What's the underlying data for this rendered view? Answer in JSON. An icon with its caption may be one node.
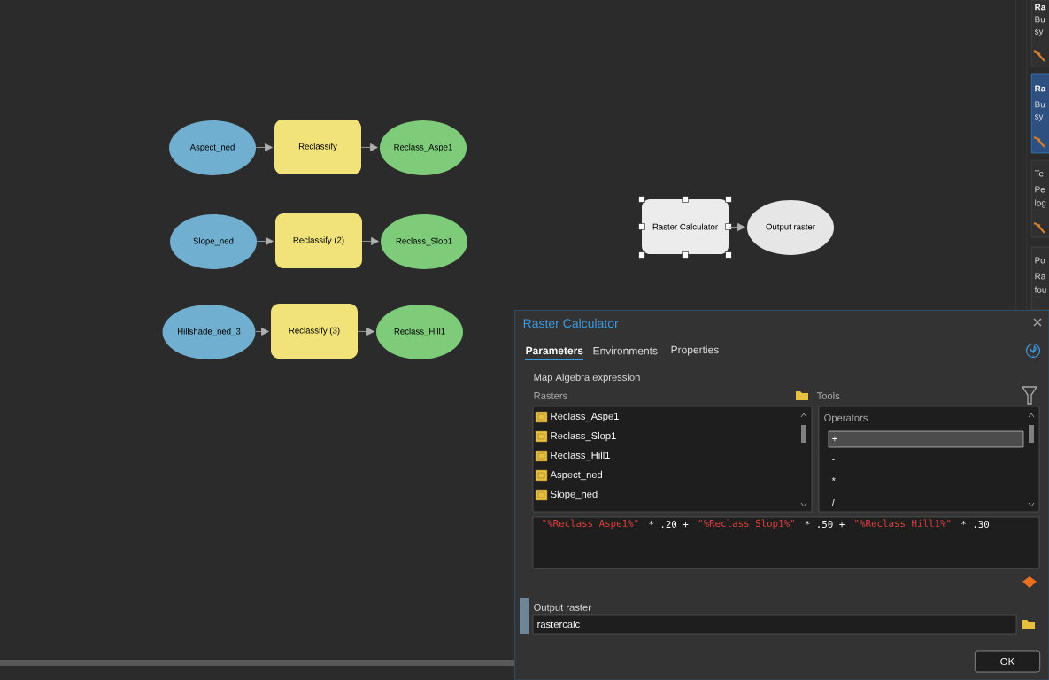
{
  "diagram": {
    "nodes": [
      {
        "text": [
          "Aspect_ned"
        ]
      },
      {
        "text": [
          "Reclassify"
        ]
      },
      {
        "text": [
          "Reclass_Aspe1"
        ]
      },
      {
        "text": [
          "Slope_ned"
        ]
      },
      {
        "text": [
          "Reclassify (2)"
        ]
      },
      {
        "text": [
          "Reclass_Slop1"
        ]
      },
      {
        "text": [
          "Hillshade_ned_3"
        ]
      },
      {
        "text": [
          "Reclassify (3)"
        ]
      },
      {
        "text": [
          "Reclass_Hill1"
        ]
      },
      {
        "text": [
          "Raster Calculator"
        ]
      },
      {
        "text": [
          "Output raster"
        ]
      }
    ],
    "edges": [
      {
        "from": 0,
        "to": 1,
        "arrow": "to"
      },
      {
        "from": 1,
        "to": 2,
        "arrow": "to"
      },
      {
        "from": 3,
        "to": 4,
        "arrow": "to"
      },
      {
        "from": 4,
        "to": 5,
        "arrow": "to"
      },
      {
        "from": 6,
        "to": 7,
        "arrow": "to"
      },
      {
        "from": 7,
        "to": 8,
        "arrow": "to"
      },
      {
        "from": 9,
        "to": 10,
        "arrow": "to"
      }
    ],
    "labels": [
      "Ra",
      "Bu",
      "sy",
      "Ra",
      "Bu",
      "sy",
      "Te",
      "Pe",
      "log",
      "Po",
      "Ra",
      "fou",
      "Raster Calculator",
      "Parameters",
      "Environments",
      "Properties",
      "Map Algebra expression",
      "Rasters",
      "Tools",
      "Reclass_Aspe1",
      "Reclass_Slop1",
      "Reclass_Hill1",
      "Aspect_ned",
      "Slope_ned",
      "Operators",
      "+",
      "-",
      "*",
      "/",
      "\"%Reclass_Aspe1%\"",
      "* .20 +",
      "\"%Reclass_Slop1%\"",
      "* .50 +",
      "\"%Reclass_Hill1%\"",
      "* .30",
      "Output raster",
      "rastercalc",
      "OK"
    ]
  }
}
